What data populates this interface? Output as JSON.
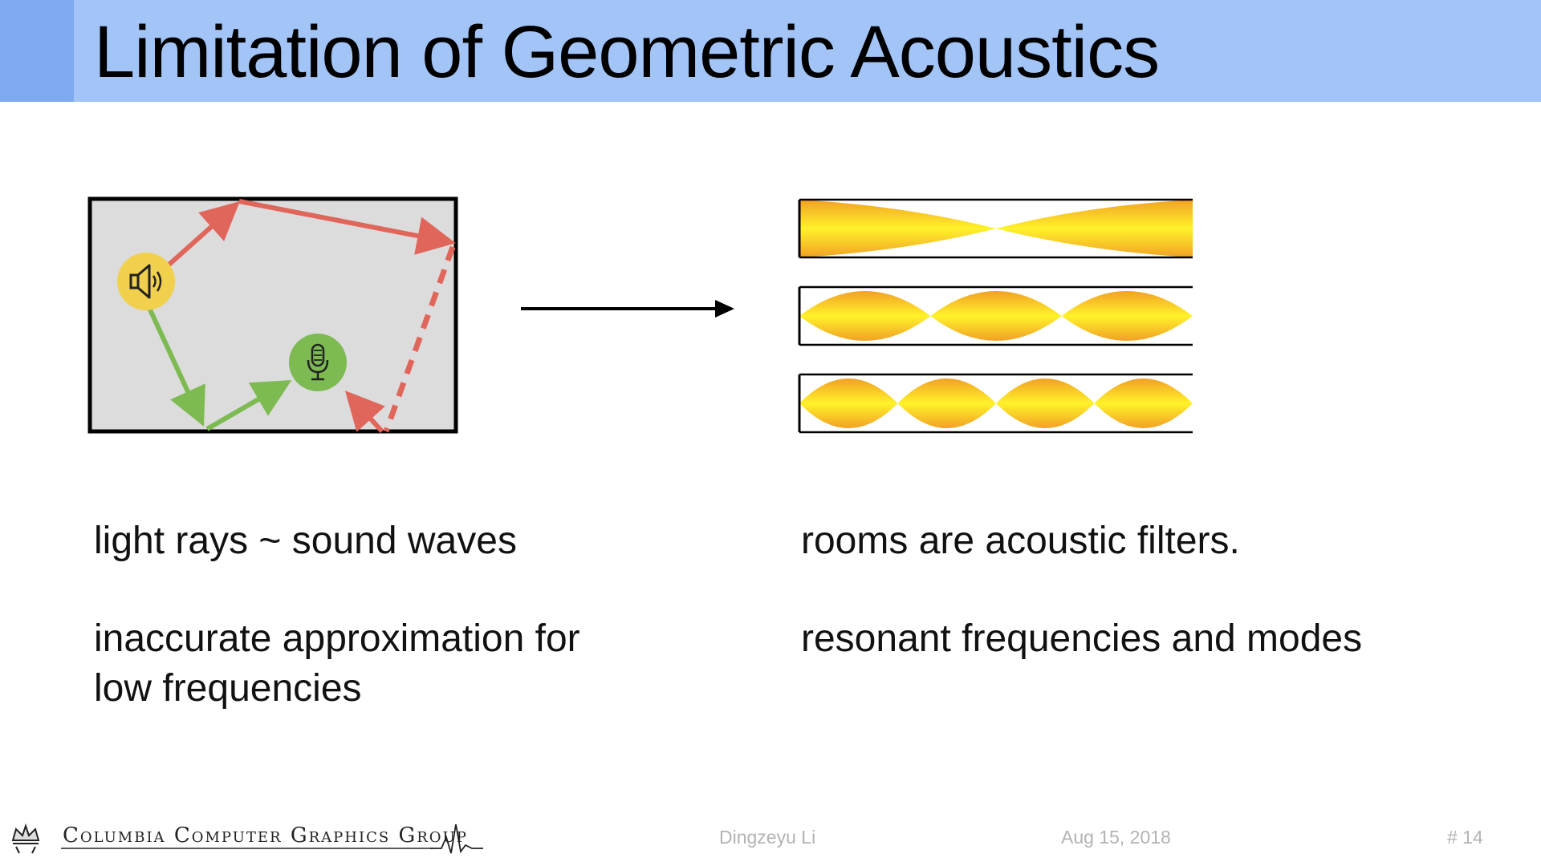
{
  "slide": {
    "title": "Limitation of Geometric Acoustics",
    "accent_color": "#a3c4f7"
  },
  "left_diagram": {
    "speaker_icon": "speaker-icon",
    "mic_icon": "microphone-icon",
    "colors": {
      "direct_path": "#7dbb52",
      "reflected_path": "#e0665b",
      "speaker": "#f0d04c",
      "microphone": "#7dbb52",
      "room_fill": "#dcdcdc"
    }
  },
  "right_diagram": {
    "modes": [
      {
        "name": "mode-1",
        "antinode_lobes": 2
      },
      {
        "name": "mode-2",
        "antinode_lobes": 3
      },
      {
        "name": "mode-3",
        "antinode_lobes": 4
      }
    ],
    "gradient_colors": [
      "#f2a124",
      "#fff22a"
    ]
  },
  "left_text": {
    "line1": "light rays ~ sound waves",
    "line2a": "inaccurate approximation for",
    "line2b": "low frequencies"
  },
  "right_text": {
    "line1": "rooms are acoustic filters.",
    "line2": "resonant frequencies and modes"
  },
  "footer": {
    "logo_text": "Columbia Computer Graphics Group",
    "author": "Dingzeyu Li",
    "date": "Aug 15, 2018",
    "page": "# 14"
  }
}
